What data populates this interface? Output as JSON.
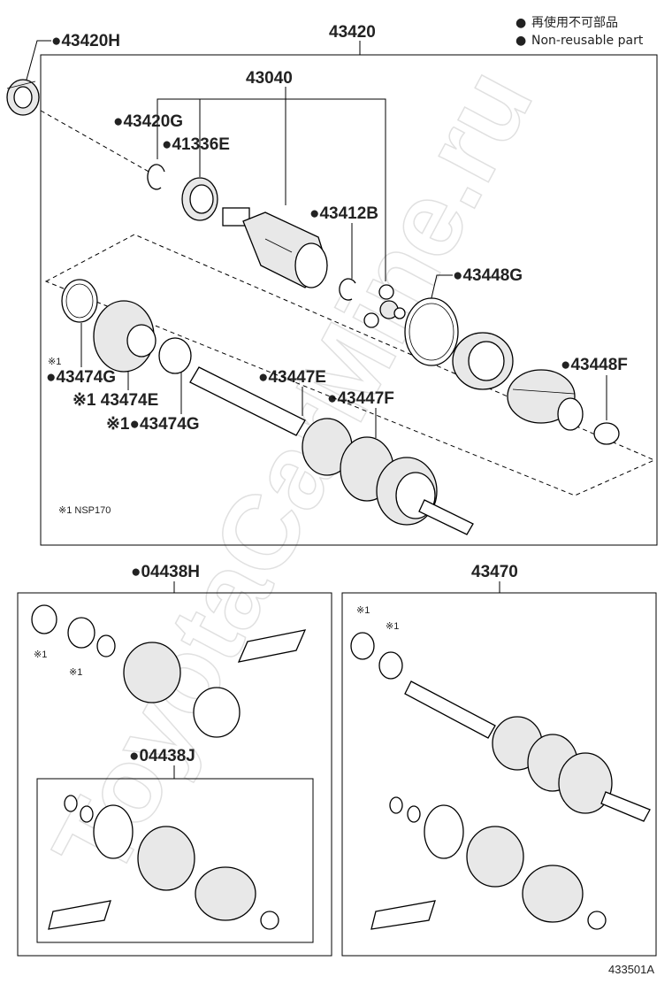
{
  "legend": {
    "dot_symbol": "●",
    "line_jp": "再使用不可部品",
    "line_en": "Non-reusable part"
  },
  "watermark": "ToyotaCarMine.ru",
  "main_group": {
    "label": "43420",
    "bearing": "●43420H",
    "inner_joint": "43040",
    "parts": {
      "p43420G": "●43420G",
      "p41336E": "●41336E",
      "p43412B": "●43412B",
      "p43448G": "●43448G",
      "p43448F": "●43448F",
      "p43447E": "●43447E",
      "p43447F": "●43447F",
      "p43474G_a_mark": "※1",
      "p43474G_a": "●43474G",
      "p43474E": "※1 43474E",
      "p43474G_b": "※1●43474G"
    },
    "footnote": "※1 NSP170"
  },
  "kit_left": {
    "label": "●04438H",
    "mark1": "※1",
    "mark2": "※1",
    "sub_label": "●04438J"
  },
  "kit_right": {
    "label": "43470",
    "mark1": "※1",
    "mark2": "※1"
  },
  "diagram_code": "433501A"
}
